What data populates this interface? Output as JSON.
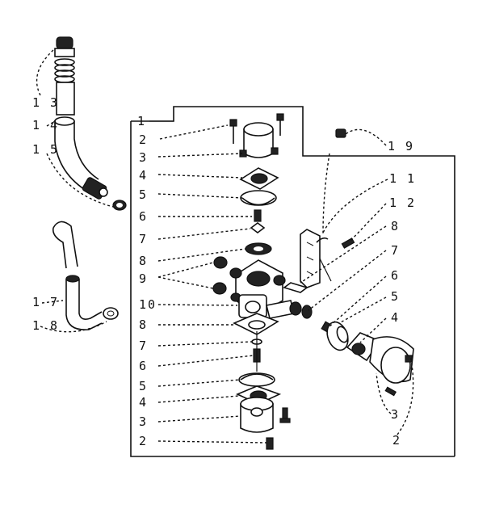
{
  "labels": {
    "l1": "1",
    "l2a": "2",
    "l3a": "3",
    "l4a": "4",
    "l5a": "5",
    "l6a": "6",
    "l7a": "7",
    "l8a": "8",
    "l9": "9",
    "l10": "10",
    "l8b": "8",
    "l7b": "7",
    "l6b": "6",
    "l5b": "5",
    "l4b": "4",
    "l3b": "3",
    "l2b": "2",
    "l13": "1 3",
    "l14": "1 4",
    "l15": "1 5",
    "l17": "1 7",
    "l18": "1 8",
    "l19": "1 9",
    "l11": "1 1",
    "l12": "1 2",
    "l8c": "8",
    "l7c": "7",
    "l6c": "6",
    "l5c": "5",
    "l4c": "4",
    "l3c": "3",
    "l2c": "2"
  }
}
